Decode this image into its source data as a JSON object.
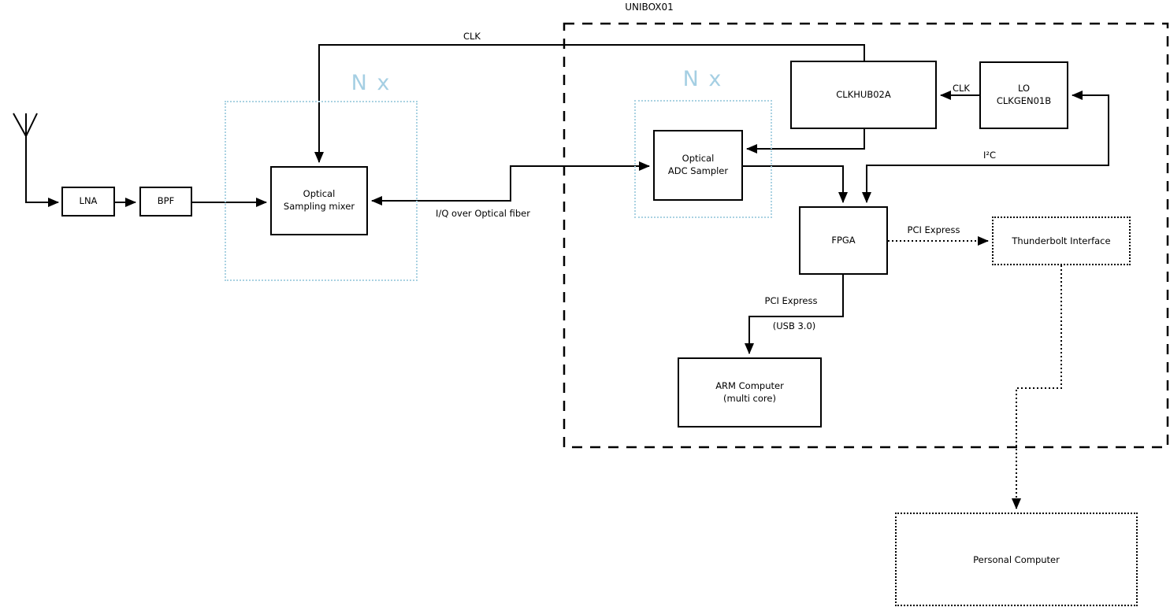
{
  "diagram": {
    "title": "UNIBOX01",
    "colors": {
      "accent_blue": "#a5cfe3",
      "line": "#000000"
    },
    "nodes": {
      "lna": {
        "label": "LNA"
      },
      "bpf": {
        "label": "BPF"
      },
      "mixer": {
        "label": "Optical\nSampling mixer"
      },
      "adc": {
        "label": "Optical\nADC Sampler"
      },
      "clkhub": {
        "label": "CLKHUB02A"
      },
      "lo": {
        "label": "LO\nCLKGEN01B"
      },
      "fpga": {
        "label": "FPGA"
      },
      "arm": {
        "label": "ARM Computer\n(multi core)"
      },
      "thunderbolt": {
        "label": "Thunderbolt Interface"
      },
      "pc": {
        "label": "Personal Computer"
      }
    },
    "edge_labels": {
      "clk_top": "CLK",
      "clk_mid": "CLK",
      "i2c": "I²C",
      "iq_fiber": "I/Q over Optical fiber",
      "pci_express_tb": "PCI Express",
      "pci_express_arm": "PCI Express",
      "usb": "(USB 3.0)",
      "nx_left": "N x",
      "nx_right": "N x"
    }
  }
}
